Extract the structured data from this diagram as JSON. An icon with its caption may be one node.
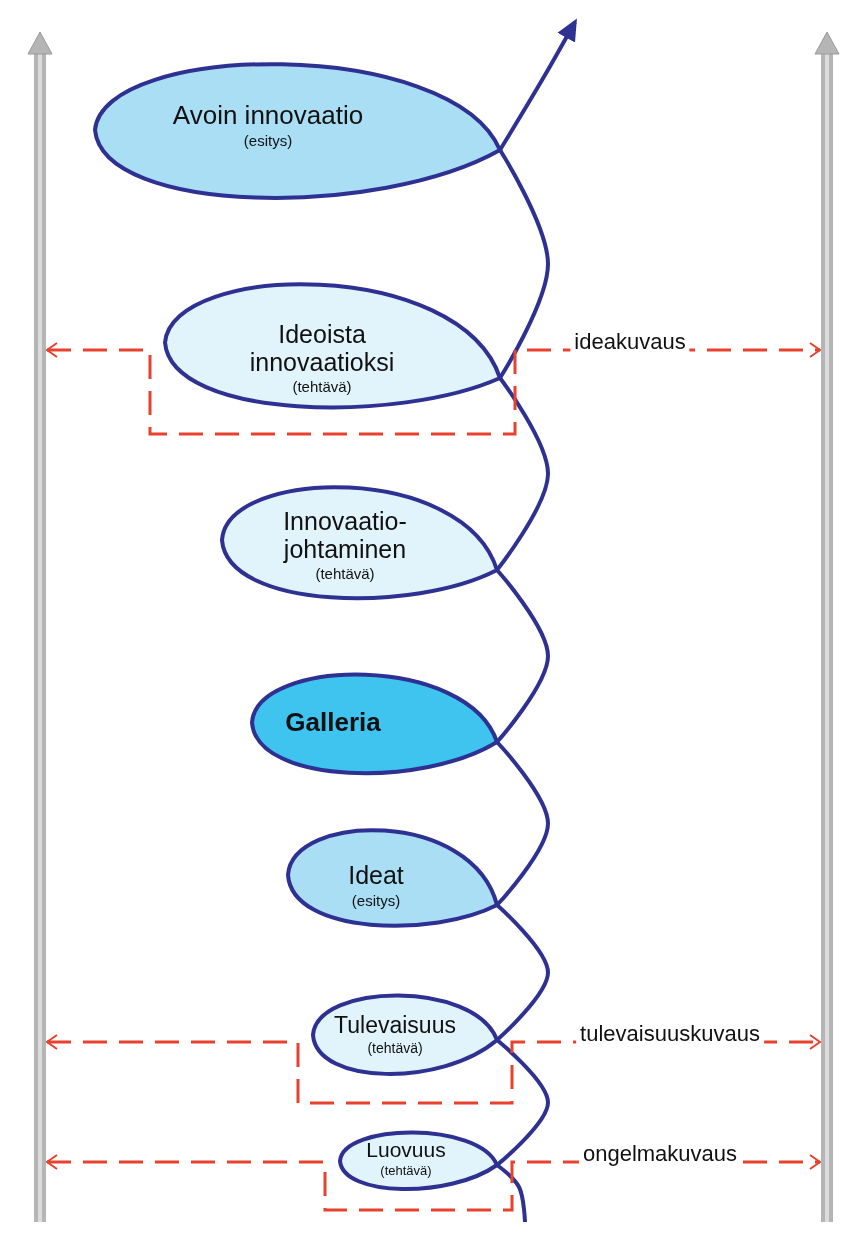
{
  "diagram": {
    "nodes": [
      {
        "text": [
          "Avoin innovaatio",
          "(esitys)"
        ]
      },
      {
        "text": [
          "Ideoista innovaatioksi",
          "(tehtävä)"
        ]
      },
      {
        "text": [
          "Innovaatio- johtaminen",
          "(tehtävä)"
        ]
      },
      {
        "text": [
          "Galleria"
        ]
      },
      {
        "text": [
          "Ideat",
          "(esitys)"
        ]
      },
      {
        "text": [
          "Tulevaisuus",
          "(tehtävä)"
        ]
      },
      {
        "text": [
          "Luovuus",
          "(tehtävä)"
        ]
      },
      {
        "text": [],
        "shape": "bar"
      },
      {
        "text": [],
        "shape": "bar"
      }
    ],
    "edges": [
      {
        "from": 6,
        "to": 5,
        "arrow": "none"
      },
      {
        "from": 5,
        "to": 4,
        "arrow": "none"
      },
      {
        "from": 4,
        "to": 3,
        "arrow": "none"
      },
      {
        "from": 3,
        "to": 2,
        "arrow": "none"
      },
      {
        "from": 2,
        "to": 1,
        "arrow": "none"
      },
      {
        "from": 1,
        "to": 0,
        "arrow": "none"
      },
      {
        "from": 0,
        "to": null,
        "arrow": "to"
      },
      {
        "from": null,
        "to": 6,
        "arrow": "none"
      },
      {
        "from": 7,
        "to": 8,
        "arrow": "both",
        "label": "ideakuvaus",
        "style": "dashed",
        "color": "#e8412c"
      },
      {
        "from": 7,
        "to": 8,
        "arrow": "both",
        "label": "tulevaisuuskuvaus",
        "style": "dashed",
        "color": "#e8412c"
      },
      {
        "from": 7,
        "to": 8,
        "arrow": "both",
        "label": "ongelmakuvaus",
        "style": "dashed",
        "color": "#e8412c"
      }
    ]
  }
}
